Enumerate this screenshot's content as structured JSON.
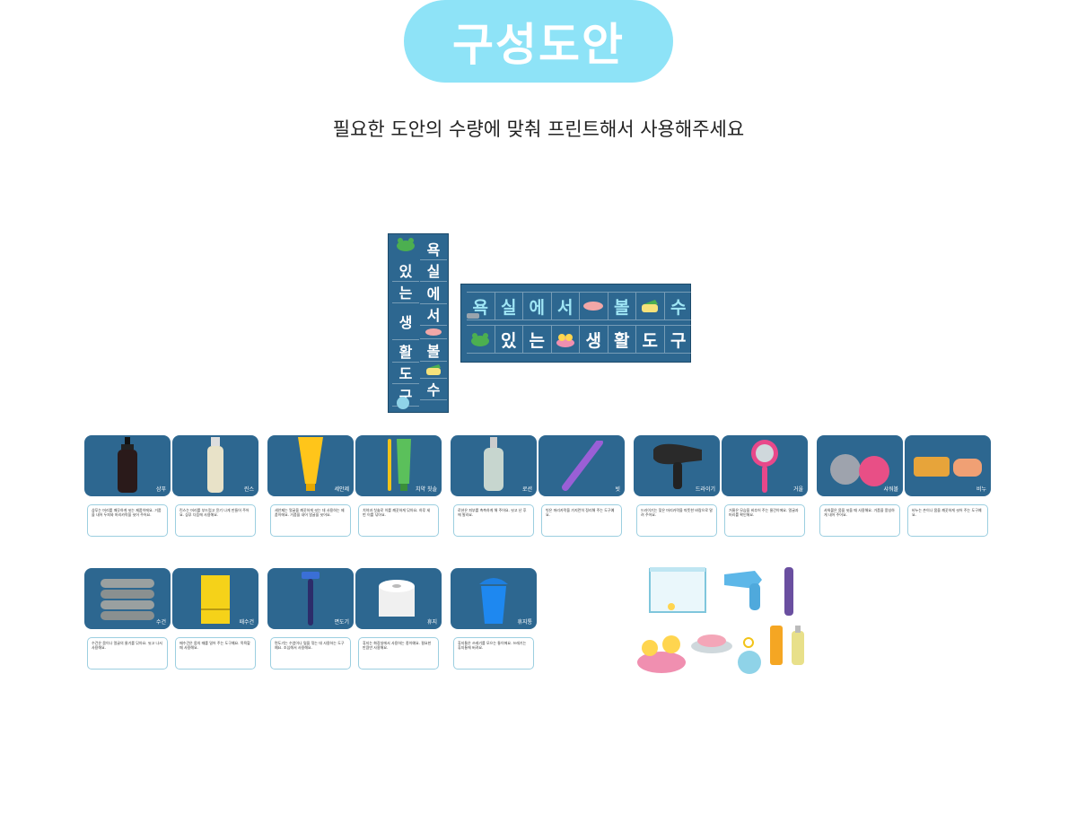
{
  "header": {
    "title": "구성도안",
    "subtitle": "필요한 도안의 수량에 맞춰 프린트해서 사용해주세요"
  },
  "banner": {
    "vertical_left": [
      "있",
      "는",
      "생",
      "활",
      "도",
      "구"
    ],
    "vertical_right": [
      "욕",
      "실",
      "에",
      "서",
      "볼",
      "수"
    ],
    "row1": [
      "욕",
      "실",
      "에",
      "서",
      "",
      "볼",
      "",
      "수"
    ],
    "row2": [
      "",
      "있",
      "는",
      "",
      "생",
      "활",
      "도",
      "구"
    ]
  },
  "cards": [
    {
      "label": "샴푸",
      "icon": "shampoo-bottle-icon",
      "desc": "샴푸는 머리를 깨끗하게 씻는 제품이에요. 거품을 내어 두피와 머리카락을 씻어 주어요."
    },
    {
      "label": "린스",
      "icon": "conditioner-bottle-icon",
      "desc": "린스는 머리를 부드럽고 윤기 나게 만들어 주어요. 샴푸 다음에 사용해요."
    },
    {
      "label": "세안제",
      "icon": "face-wash-tube-icon",
      "desc": "세안제는 얼굴을 깨끗하게 씻는 데 사용하는 제품이에요. 거품을 내어 얼굴을 씻어요."
    },
    {
      "label": "치약 칫솔",
      "icon": "toothbrush-toothpaste-icon",
      "desc": "치약과 칫솔로 이를 깨끗하게 닦아요. 하루 세 번 이를 닦아요."
    },
    {
      "label": "로션",
      "icon": "lotion-bottle-icon",
      "desc": "로션은 피부를 촉촉하게 해 주어요. 씻고 난 후에 발라요."
    },
    {
      "label": "빗",
      "icon": "comb-icon",
      "desc": "빗은 머리카락을 가지런히 정리해 주는 도구예요."
    },
    {
      "label": "드라이기",
      "icon": "hair-dryer-icon",
      "desc": "드라이기는 젖은 머리카락을 따뜻한 바람으로 말려 주어요."
    },
    {
      "label": "거울",
      "icon": "hand-mirror-icon",
      "desc": "거울은 모습을 비추어 주는 물건이에요. 얼굴과 머리를 확인해요."
    },
    {
      "label": "샤워볼",
      "icon": "shower-puff-icon",
      "desc": "샤워볼은 몸을 씻을 때 사용해요. 거품을 풍성하게 내어 주어요."
    },
    {
      "label": "비누",
      "icon": "soap-icon",
      "desc": "비누는 손이나 몸을 깨끗하게 씻어 주는 도구예요."
    },
    {
      "label": "수건",
      "icon": "towel-stack-icon",
      "desc": "수건은 몸이나 얼굴의 물기를 닦아요. 씻고 나서 사용해요."
    },
    {
      "label": "때수건",
      "icon": "scrub-towel-icon",
      "desc": "때수건은 몸의 때를 밀어 주는 도구예요. 목욕할 때 사용해요."
    },
    {
      "label": "면도기",
      "icon": "razor-icon",
      "desc": "면도기는 수염이나 털을 깎는 데 사용하는 도구예요. 조심해서 사용해요."
    },
    {
      "label": "휴지",
      "icon": "toilet-paper-icon",
      "desc": "휴지는 화장실에서 사용하는 종이예요. 필요한 만큼만 사용해요."
    },
    {
      "label": "휴지통",
      "icon": "trash-bin-icon",
      "desc": "휴지통은 쓰레기를 모으는 통이에요. 쓰레기는 휴지통에 버려요."
    }
  ],
  "colors": {
    "pill": "#8ee3f7",
    "card_bg": "#2d6790",
    "desc_border": "#9ccfe0"
  }
}
